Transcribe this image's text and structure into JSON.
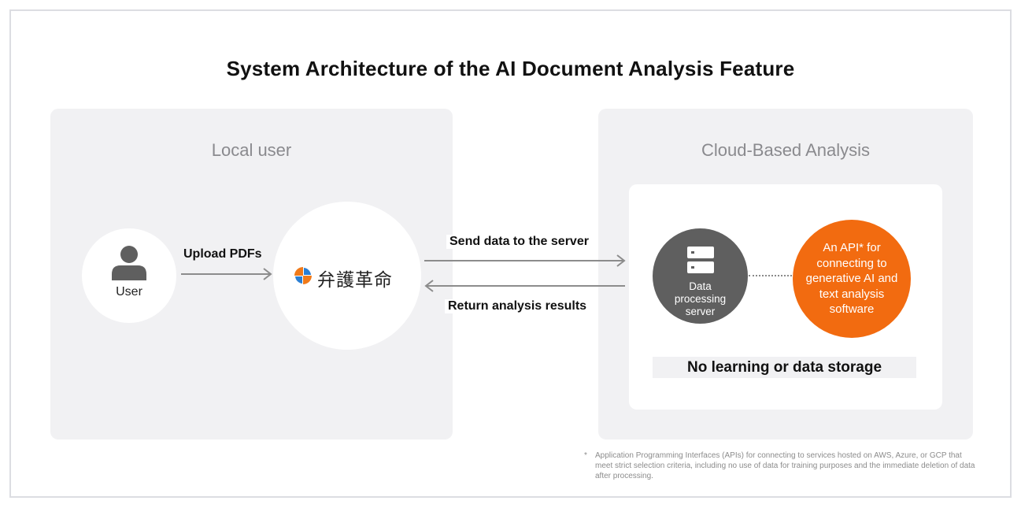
{
  "title": "System Architecture of the AI Document Analysis Feature",
  "local_panel": {
    "title": "Local user",
    "user_label": "User",
    "upload_label": "Upload PDFs",
    "app_name": "弁護革命"
  },
  "flows": {
    "send_label": "Send data to the server",
    "return_label": "Return analysis results"
  },
  "cloud_panel": {
    "title": "Cloud-Based Analysis",
    "server_label_line1": "Data",
    "server_label_line2": "processing",
    "server_label_line3": "server",
    "api_line1": "An API* for",
    "api_line2": "connecting to",
    "api_line3": "generative AI and",
    "api_line4": "text analysis",
    "api_line5": "software",
    "no_storage": "No learning or data storage"
  },
  "footnote": {
    "marker": "*",
    "text": "Application Programming Interfaces (APIs) for connecting to services hosted on AWS, Azure,  or GCP that meet strict selection criteria, including no use of data for training purposes and the immediate deletion of data after processing."
  },
  "colors": {
    "panel_bg": "#f1f1f3",
    "server_gray": "#5f5f5f",
    "api_orange": "#f26b10",
    "arrow_gray": "#8c8c8c",
    "logo_orange": "#f07a1a",
    "logo_blue": "#2a7fd4"
  },
  "icons": [
    "person-icon",
    "server-icon",
    "app-logo-icon",
    "arrow-right-icon",
    "arrow-left-icon"
  ]
}
